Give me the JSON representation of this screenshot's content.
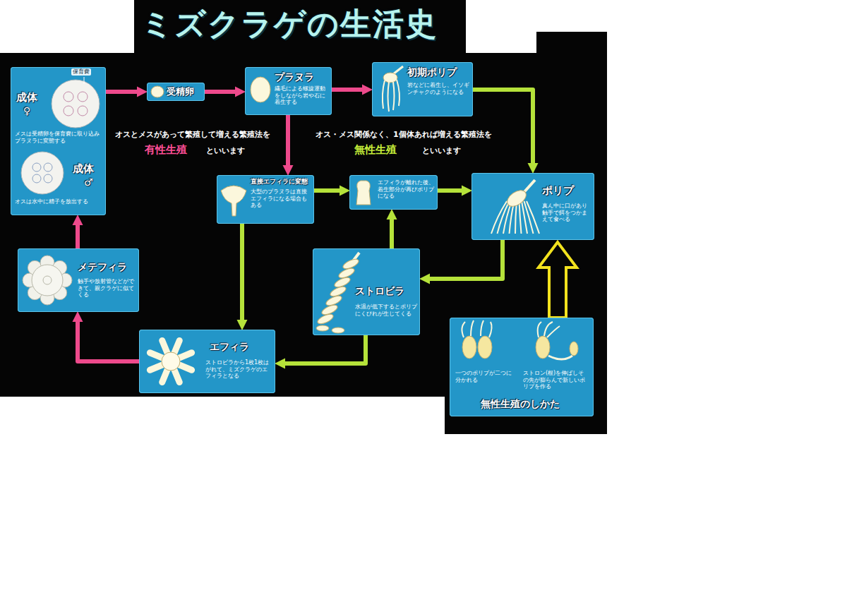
{
  "diagram": {
    "title": "ミズクラゲの生活史",
    "nodes": [
      {
        "text": [
          "成体",
          "♀",
          "保育嚢",
          "メスは受精卵を保育嚢に取り込みプラヌラに変態する",
          "成体",
          "♂",
          "オスは水中に精子を放出する"
        ]
      },
      {
        "text": [
          "受精卵"
        ]
      },
      {
        "text": [
          "プラヌラ",
          "繊毛による螺旋運動をしながら岩や石に着生する"
        ]
      },
      {
        "text": [
          "初期ポリプ",
          "岩などに着生し、イソギンチャクのようになる"
        ]
      },
      {
        "text": [
          "直接エフィラに変態",
          "大型のプラヌラは直接エフィラになる場合もある"
        ]
      },
      {
        "text": [
          "エフィラが離れた後、着生部分が再びポリプになる"
        ]
      },
      {
        "text": [
          "ポリプ",
          "真ん中に口があり触手で餌をつかまえて食べる"
        ]
      },
      {
        "text": [
          "メテフィラ",
          "触手や放射管などができて、親クラゲに似てくる"
        ]
      },
      {
        "text": [
          "ストロビラ",
          "水温が低下するとポリプにくびれが生じてくる"
        ]
      },
      {
        "text": [
          "エフィラ",
          "ストロビラから1枚1枚はがれて、ミズクラゲのエフィラとなる"
        ]
      },
      {
        "text": [
          "一つのポリプが二つに分かれる",
          "ストロン(根)を伸ばしその先が膨らんで新しいポリプを作る",
          "無性生殖のしかた"
        ]
      }
    ],
    "edges": [
      {
        "from": 0,
        "to": 1,
        "arrow": "to"
      },
      {
        "from": 1,
        "to": 2,
        "arrow": "to"
      },
      {
        "from": 2,
        "to": 3,
        "arrow": "to"
      },
      {
        "from": 2,
        "to": 4,
        "arrow": "to"
      },
      {
        "from": 3,
        "to": 6,
        "arrow": "to"
      },
      {
        "from": 4,
        "to": 5,
        "arrow": "to"
      },
      {
        "from": 5,
        "to": 6,
        "arrow": "to"
      },
      {
        "from": 4,
        "to": 9,
        "arrow": "to"
      },
      {
        "from": 6,
        "to": 8,
        "arrow": "to"
      },
      {
        "from": 8,
        "to": 5,
        "arrow": "to"
      },
      {
        "from": 8,
        "to": 9,
        "arrow": "to"
      },
      {
        "from": 9,
        "to": 7,
        "arrow": "to"
      },
      {
        "from": 7,
        "to": 0,
        "arrow": "to"
      },
      {
        "from": 10,
        "to": 6,
        "arrow": "to"
      }
    ],
    "labels": [
      "オスとメスがあって繁殖して増える繁殖法を",
      "有性生殖",
      "といいます",
      "オス・メス関係なく、1個体あれば増える繁殖法を",
      "無性生殖",
      "といいます"
    ]
  }
}
